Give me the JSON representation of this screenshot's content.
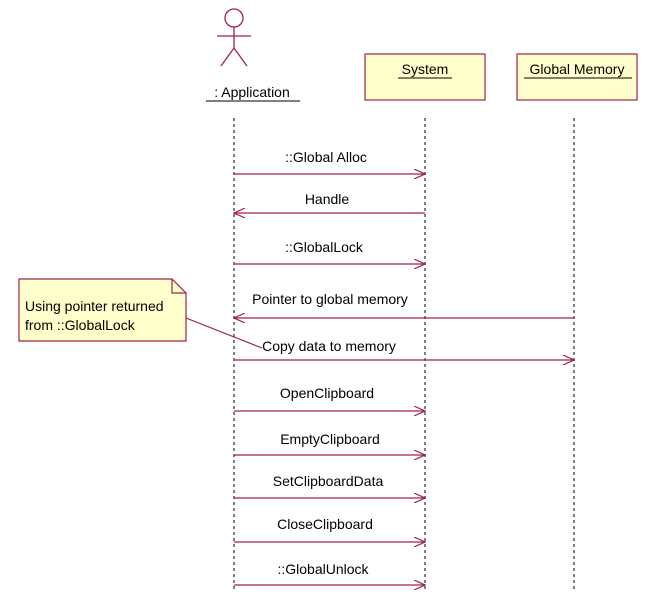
{
  "diagram": {
    "type": "uml-sequence",
    "actor": {
      "label": ": Application"
    },
    "objects": [
      {
        "key": "system",
        "label": "System"
      },
      {
        "key": "memory",
        "label": "Global Memory"
      }
    ],
    "messages": [
      {
        "label": "::Global Alloc",
        "from": "app",
        "to": "system"
      },
      {
        "label": "Handle",
        "from": "system",
        "to": "app"
      },
      {
        "label": "::GlobalLock",
        "from": "app",
        "to": "system"
      },
      {
        "label": "Pointer to global memory",
        "from": "memory",
        "to": "app"
      },
      {
        "label": "Copy data to memory",
        "from": "app",
        "to": "memory"
      },
      {
        "label": "OpenClipboard",
        "from": "app",
        "to": "system"
      },
      {
        "label": "EmptyClipboard",
        "from": "app",
        "to": "system"
      },
      {
        "label": "SetClipboardData",
        "from": "app",
        "to": "system"
      },
      {
        "label": "CloseClipboard",
        "from": "app",
        "to": "system"
      },
      {
        "label": "::GlobalUnlock",
        "from": "app",
        "to": "system"
      }
    ],
    "note": {
      "line1": "Using pointer returned",
      "line2": "from ::GlobalLock"
    },
    "colors": {
      "line": "#a0204a",
      "box_fill": "#ffffcc",
      "box_stroke": "#a0204a"
    }
  }
}
